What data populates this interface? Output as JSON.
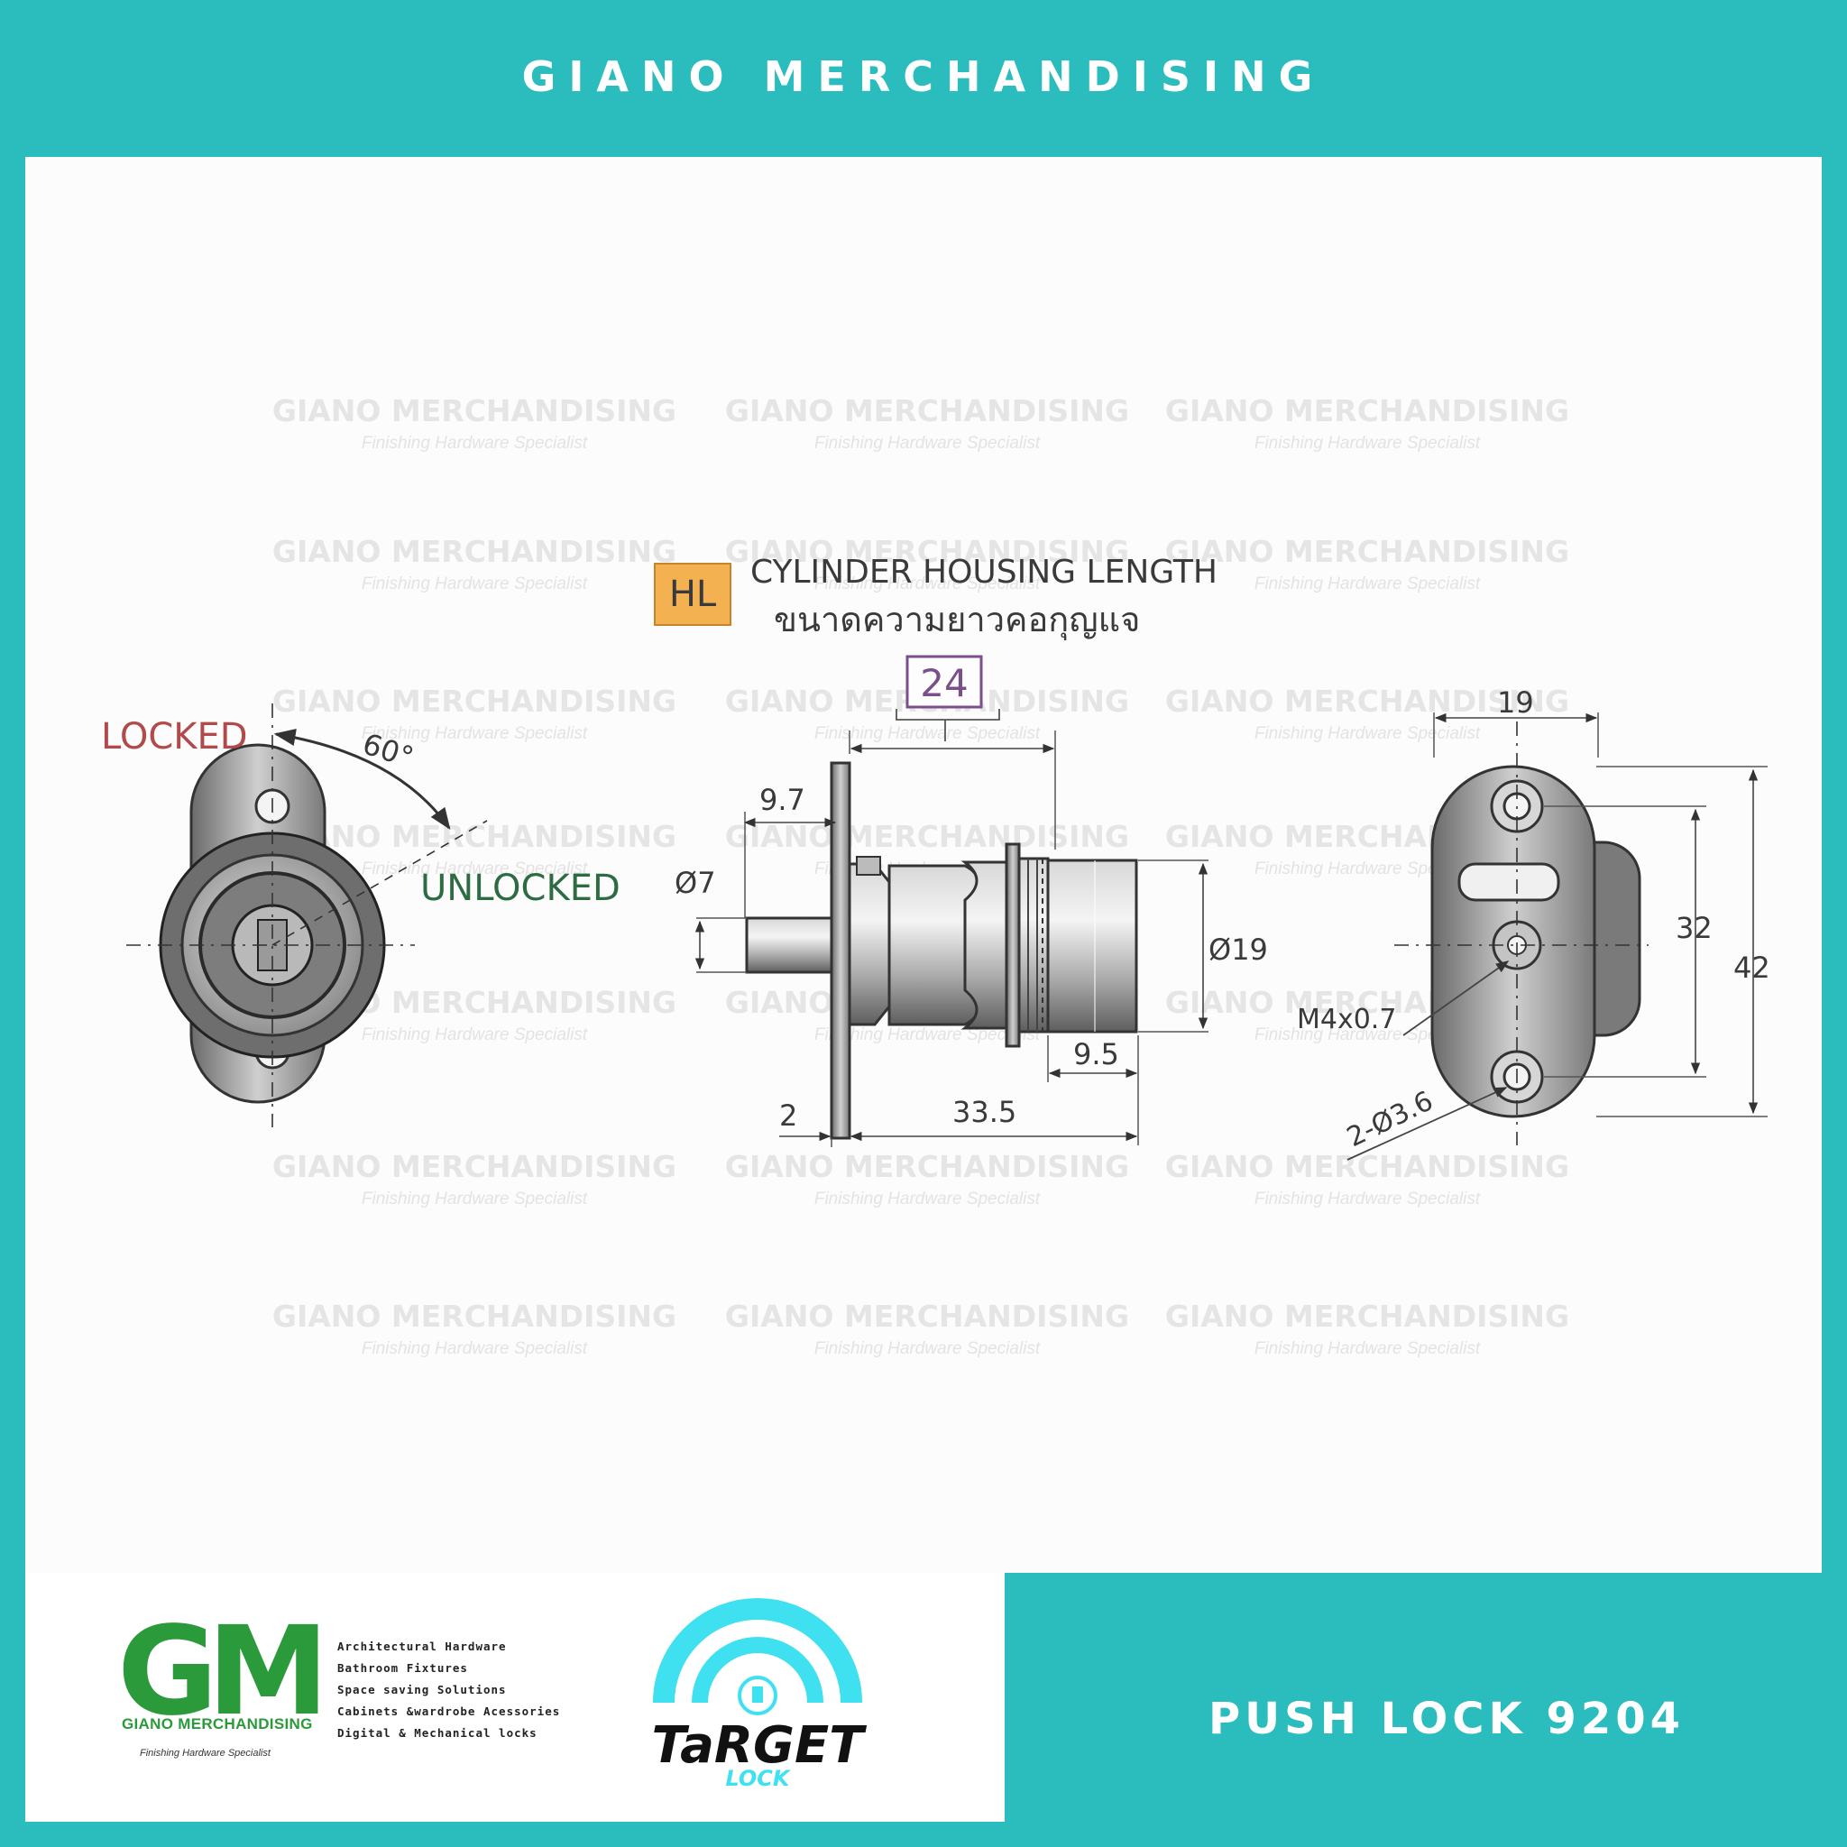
{
  "header": {
    "title": "GIANO MERCHANDISING"
  },
  "watermark": {
    "name": "GIANO MERCHANDISING",
    "tagline": "Finishing Hardware Specialist"
  },
  "legend": {
    "code": "HL",
    "label_en": "CYLINDER HOUSING LENGTH",
    "label_th": "ขนาดความยาวคอกุญแจ",
    "value": "24"
  },
  "front_view": {
    "locked": "LOCKED",
    "unlocked": "UNLOCKED",
    "angle": "60°"
  },
  "side_view": {
    "dim_flange_offset": "9.7",
    "dim_shaft_dia": "Ø7",
    "dim_body_dia": "Ø19",
    "dim_tip": "9.5",
    "dim_flange": "2",
    "dim_body_length": "33.5"
  },
  "rear_view": {
    "dim_width": "19",
    "dim_hole_spacing": "32",
    "dim_height": "42",
    "dim_thread": "M4x0.7",
    "dim_holes": "2-Ø3.6"
  },
  "footer": {
    "gm_logo_text": "GM",
    "gm_name": "GIANO MERCHANDISING",
    "gm_tagline": "Finishing Hardware Specialist",
    "categories": [
      "Architectural Hardware",
      "Bathroom Fixtures",
      "Space saving Solutions",
      "Cabinets &wardrobe Acessories",
      "Digital & Mechanical locks"
    ],
    "target_word": "TaRGET",
    "target_sub": "LOCK",
    "product": "PUSH LOCK 9204"
  },
  "colors": {
    "teal": "#2bbcbd",
    "gm_green": "#2b9a3a",
    "hl_orange": "#f3b152",
    "value_purple": "#7a4f8c",
    "locked_red": "#b14a4a",
    "unlocked_green": "#2d6b43",
    "target_cyan": "#3fe0f0"
  }
}
